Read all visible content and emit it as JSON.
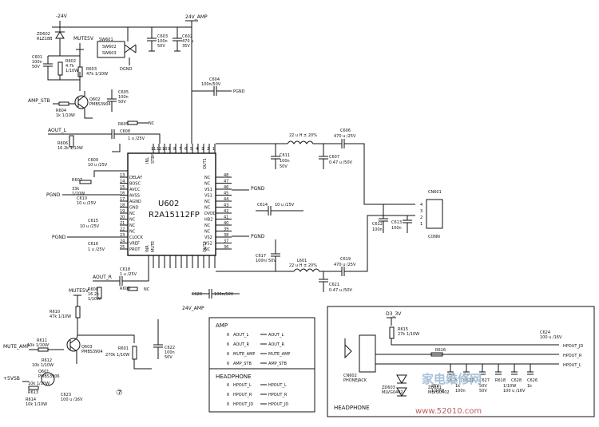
{
  "rails": {
    "neg24": "-24V",
    "v24amp": "24V_AMP",
    "v24amp_b": "24V_AMP",
    "mute5v_a": "MUTE5V",
    "mute5v_b": "MUTE5V",
    "plus5v": "+5VSB",
    "d33v": "D3_3V"
  },
  "signals": {
    "amp_stb": "AMP_STB",
    "aout_l": "AOUT_L",
    "aout_r": "AOUT_R",
    "mute_amp": "MUTE_AMP",
    "pgnd1": "PGND",
    "pgnd2": "PGND",
    "dgnd": "DGND",
    "nc": "NC"
  },
  "ic": {
    "ref": "U602",
    "part": "R2A15112FP",
    "left_pins": [
      "DELAY",
      "BOSC",
      "AVCC",
      "AVSS",
      "AGND",
      "GND",
      "NC",
      "NC",
      "NC",
      "NC",
      "CLOCK",
      "VREF",
      "PROT"
    ],
    "left_nums": [
      "13",
      "14",
      "15",
      "16",
      "17",
      "18",
      "19",
      "20",
      "21",
      "22",
      "23",
      "24",
      "25"
    ],
    "right_pins": [
      "NC",
      "NC",
      "VS1",
      "VS1",
      "NC",
      "NC",
      "DVDD",
      "HB2",
      "NC",
      "NC",
      "VS2",
      "VS2",
      "NC"
    ],
    "right_nums": [
      "48",
      "47",
      "46",
      "45",
      "44",
      "43",
      "42",
      "41",
      "40",
      "39",
      "38",
      "37",
      "36"
    ],
    "top_pins": [
      "INL",
      "STBY"
    ],
    "top_nums": [
      "11",
      "12",
      "10",
      "9",
      "8",
      "7",
      "6",
      "5",
      "4",
      "3",
      "2",
      "1"
    ],
    "bottom_pins": [
      "INR",
      "MUTE"
    ],
    "right_top_pins": [
      "OUT1",
      "OUT2"
    ]
  },
  "components": {
    "zd602": [
      "ZD602",
      "RLZ18B"
    ],
    "c601": [
      "C601",
      "100n",
      "50V"
    ],
    "r602": [
      "R602",
      "4.7k",
      "1/10W"
    ],
    "r603": [
      "R603",
      "47k 1/10W"
    ],
    "sw601": "SW601",
    "sw602": "SW602",
    "sw603": "SW603",
    "c603": [
      "C603",
      "100n",
      "50V"
    ],
    "c602": [
      "C602",
      "470 u",
      "35V"
    ],
    "c604": [
      "C604",
      "100n/50V"
    ],
    "c605": [
      "C605",
      "100n",
      "50V"
    ],
    "q602": [
      "Q602",
      "PMBS3904"
    ],
    "r604": [
      "R604",
      "1k 1/10W"
    ],
    "r605": "R605",
    "c608": [
      "C608",
      "1 u /25V"
    ],
    "r606": [
      "R606",
      "16.2k 1/10W"
    ],
    "c609": [
      "C609",
      "10 u /25V"
    ],
    "r607": [
      "R607",
      "33k",
      "1/10W"
    ],
    "c610": [
      "C610",
      "10 u /25V"
    ],
    "c615": [
      "C615",
      "10 u /25V"
    ],
    "c616": [
      "C616",
      "1 u /25V"
    ],
    "l1": [
      "22 u H  ± 20%"
    ],
    "c606": [
      "C606",
      "470 u /25V"
    ],
    "c611": [
      "C611",
      "100n",
      "50V"
    ],
    "c607": [
      "C607",
      "0.47 u /50V"
    ],
    "c614": [
      "C614",
      "10 u /25V"
    ],
    "c617": [
      "C617",
      "100n/ 50V"
    ],
    "l601": [
      "L601",
      "22 u H  ± 20%"
    ],
    "c619": [
      "C619",
      "470 u /25V"
    ],
    "c621": [
      "C621",
      "0.47 u /50V"
    ],
    "c618": [
      "C618",
      "1 u /25V"
    ],
    "r608": [
      "R608",
      "16.2k",
      "1/10W"
    ],
    "r609": "R609",
    "c620": [
      "C620",
      "100n/50V"
    ],
    "r610": [
      "R610",
      "47k 1/10W"
    ],
    "r611": [
      "R611",
      "10k 1/10W"
    ],
    "q603": [
      "Q603",
      "PMBS3904"
    ],
    "r612": [
      "R612",
      "10k 1/10W"
    ],
    "q601": [
      "Q601",
      "PMBS3906"
    ],
    "r613": [
      "R613",
      "10k 1/10W"
    ],
    "r614": [
      "R614",
      "10k 1/10W"
    ],
    "c623": [
      "C623",
      "100 u /16V"
    ],
    "r601": [
      "R601",
      "270k 1/10W"
    ],
    "c622": [
      "C622",
      "100n",
      "50V"
    ],
    "c612": [
      "C612",
      "100n"
    ],
    "c613": [
      "C613",
      "100n"
    ],
    "cn601": [
      "CN601",
      "CONN"
    ],
    "cn601_pins": [
      "4",
      "3",
      "2",
      "1"
    ],
    "r615": [
      "R615",
      "27k 1/10W"
    ],
    "c624": [
      "C624",
      "100 u /16V"
    ],
    "r616": "R616",
    "cn602": [
      "CN602",
      "PHONEJACK"
    ],
    "zd603": [
      "ZD603",
      "MLVG0402"
    ],
    "zd601": [
      "ZD601",
      "MLVG0402"
    ],
    "hp_parts": [
      "C625",
      "R617",
      "C627",
      "R618",
      "C628",
      "C626"
    ],
    "hp_vals": [
      "25V",
      "1k",
      "50V",
      "1/10W",
      "1k",
      "1/10W",
      "100n",
      "50V",
      "100 u /16V"
    ]
  },
  "amp_box": {
    "title": "AMP",
    "rows": [
      {
        "pin": "6",
        "name": "AOUT_L",
        "net": "AOUT_L"
      },
      {
        "pin": "6",
        "name": "AOUT_R",
        "net": "AOUT_R"
      },
      {
        "pin": "6",
        "name": "MUTE_AMP",
        "net": "MUTE_AMP"
      },
      {
        "pin": "6",
        "name": "AMP_STB",
        "net": "AMP_STB"
      }
    ]
  },
  "headphone_box": {
    "title": "HEADPHONE",
    "rows": [
      {
        "pin": "6",
        "name": "HPOUT_L",
        "net": "HPOUT_L"
      },
      {
        "pin": "6",
        "name": "HPOUT_R",
        "net": "HPOUT_R"
      },
      {
        "pin": "6",
        "name": "HPOUT_JD",
        "net": "HPOUT_JD"
      }
    ]
  },
  "headphone_section": {
    "title": "HEADPHONE",
    "nets": [
      "HPOUT_R",
      "HPOUT_L",
      "HPOUT_JD"
    ]
  },
  "page_marker": "⑦",
  "watermark": {
    "brand": "家电维修网",
    "url": "www.52010.com"
  },
  "colors": {
    "ink": "#111111",
    "paper": "#ffffff",
    "watermark": "#a6c0d6"
  }
}
